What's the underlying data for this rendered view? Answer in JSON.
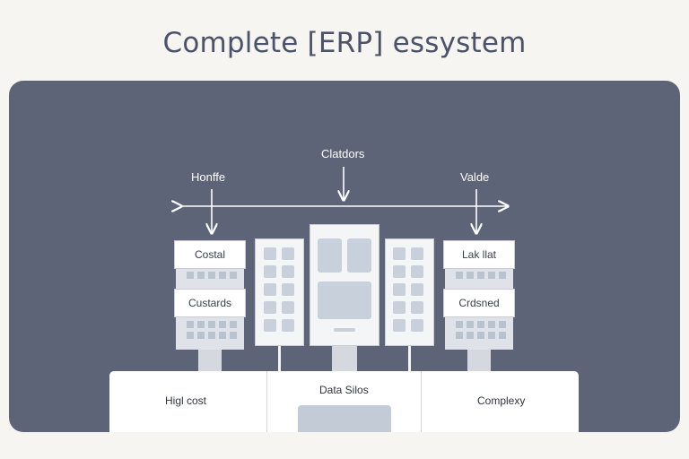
{
  "title": "Complete [ERP] essystem",
  "diagram": {
    "top_label": "Clatdors",
    "left_label": "Honffe",
    "right_label": "Valde",
    "left_boxes": [
      "Costal",
      "Custards"
    ],
    "right_boxes": [
      "Lak llat",
      "Crdsned"
    ],
    "base_sections": [
      "Higl cost",
      "Data Silos",
      "Complexy"
    ]
  },
  "colors": {
    "background": "#f6f5f2",
    "panel": "#5d6477",
    "title": "#4c5267",
    "box": "#ffffff"
  }
}
